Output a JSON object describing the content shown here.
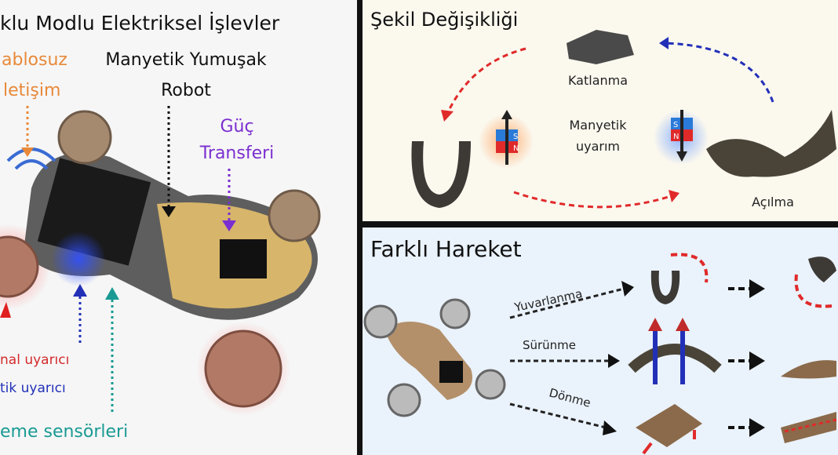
{
  "left_panel": {
    "title": "klu Modlu Elektriksel İşlevler",
    "wireless_line1": "ablosuz",
    "wireless_line2": "letişim",
    "robot_line1": "Manyetik Yumuşak",
    "robot_line2": "Robot",
    "power_line1": "Güç",
    "power_line2": "Transferi",
    "thermal": "nal uyarıcı",
    "magnetic": "tik uyarıcı",
    "sensors": "eme sensörleri"
  },
  "shape_panel": {
    "title": "Şekil Değişikliği",
    "fold": "Katlanma",
    "excite_line1": "Manyetik",
    "excite_line2": "uyarım",
    "unfold": "Açılma",
    "magnet_n": "N",
    "magnet_s": "S"
  },
  "motion_panel": {
    "title": "Farklı Hareket",
    "rolling": "Yuvarlanma",
    "crawling": "Sürünme",
    "turning": "Dönme"
  },
  "colors": {
    "orange": "#e8893a",
    "purple": "#7b2fd0",
    "red": "#d42a2a",
    "blue": "#2230b8",
    "teal": "#1a9a93"
  }
}
